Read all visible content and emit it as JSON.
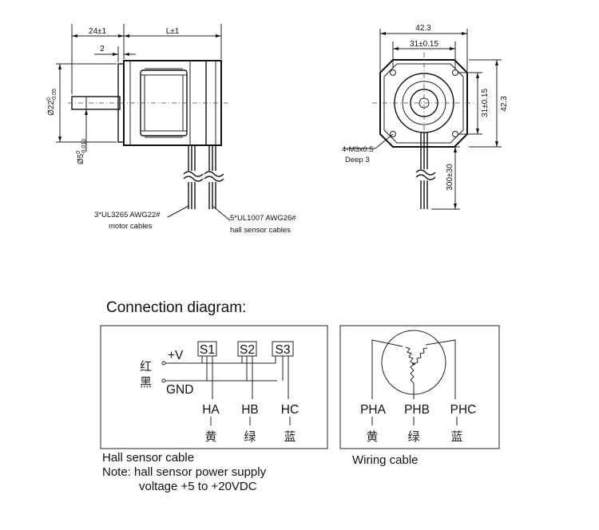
{
  "side_view": {
    "dim_shaft_length": "24±1",
    "dim_body_length": "L±1",
    "dim_flange": "2",
    "dim_shaft_dia_main": "Ø22",
    "dim_shaft_dia_sup": "0",
    "dim_shaft_dia_sub": "-0.05",
    "dim_pilot_main": "Ø5",
    "dim_pilot_sup": "0",
    "dim_pilot_sub": "-0.013",
    "motor_cable_line1": "3*UL3265 AWG22#",
    "motor_cable_line2": "motor cables",
    "hall_cable_line1": "5*UL1007 AWG26#",
    "hall_cable_line2": "hall sensor cables"
  },
  "front_view": {
    "dim_width": "42.3",
    "dim_hole_spacing": "31±0.15",
    "dim_hole_spacing_v": "31±0.15",
    "dim_height": "42.3",
    "dim_cable": "300±30",
    "hole_spec_line1": "4-M3x0.5",
    "hole_spec_line2": "Deep 3"
  },
  "connection": {
    "title": "Connection diagram:",
    "hall": {
      "vplus": "+V",
      "gnd": "GND",
      "red": "红",
      "black": "黑",
      "sensors": [
        "S1",
        "S2",
        "S3"
      ],
      "outputs": [
        "HA",
        "HB",
        "HC"
      ],
      "colors": [
        "黄",
        "绿",
        "蓝"
      ],
      "caption": "Hall sensor cable",
      "note_line1": "Note: hall sensor power supply",
      "note_line2": "voltage +5 to +20VDC"
    },
    "wiring": {
      "phases": [
        "PHA",
        "PHB",
        "PHC"
      ],
      "colors": [
        "黄",
        "绿",
        "蓝"
      ],
      "caption": "Wiring cable"
    }
  }
}
